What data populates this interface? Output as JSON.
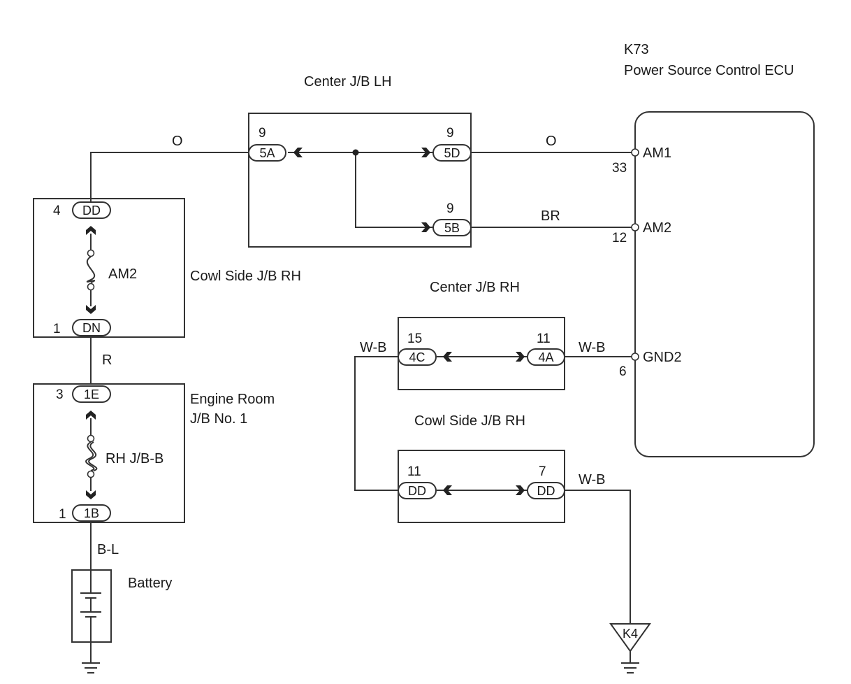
{
  "ecu": {
    "code": "K73",
    "name": "Power Source Control ECU",
    "terminals": [
      {
        "name": "AM1",
        "pin": "33"
      },
      {
        "name": "AM2",
        "pin": "12"
      },
      {
        "name": "GND2",
        "pin": "6"
      }
    ]
  },
  "center_jb_lh": {
    "title": "Center J/B LH",
    "connectors": [
      {
        "code": "5A",
        "pin": "9"
      },
      {
        "code": "5D",
        "pin": "9"
      },
      {
        "code": "5B",
        "pin": "9"
      }
    ]
  },
  "cowl_side_jb_rh_top": {
    "title": "Cowl Side J/B RH",
    "fuse": "AM2",
    "connectors": [
      {
        "code": "DD",
        "pin": "4"
      },
      {
        "code": "DN",
        "pin": "1"
      }
    ]
  },
  "engine_room_jb": {
    "title_line1": "Engine Room",
    "title_line2": "J/B No. 1",
    "fuse": "RH J/B-B",
    "connectors": [
      {
        "code": "1E",
        "pin": "3"
      },
      {
        "code": "1B",
        "pin": "1"
      }
    ]
  },
  "center_jb_rh": {
    "title": "Center J/B RH",
    "connectors": [
      {
        "code": "4C",
        "pin": "15"
      },
      {
        "code": "4A",
        "pin": "11"
      }
    ]
  },
  "cowl_side_jb_rh_bottom": {
    "title": "Cowl Side J/B RH",
    "connectors": [
      {
        "code": "DD",
        "pin": "11"
      },
      {
        "code": "DD",
        "pin": "7"
      }
    ]
  },
  "wire_colors": {
    "top_left": "O",
    "top_right": "O",
    "am2_line": "BR",
    "cowl_to_engine": "R",
    "battery_line": "B-L",
    "gnd_jb_left": "W-B",
    "gnd_jb_right": "W-B",
    "ground_line": "W-B"
  },
  "battery": {
    "label": "Battery"
  },
  "ground_point": {
    "code": "K4"
  }
}
